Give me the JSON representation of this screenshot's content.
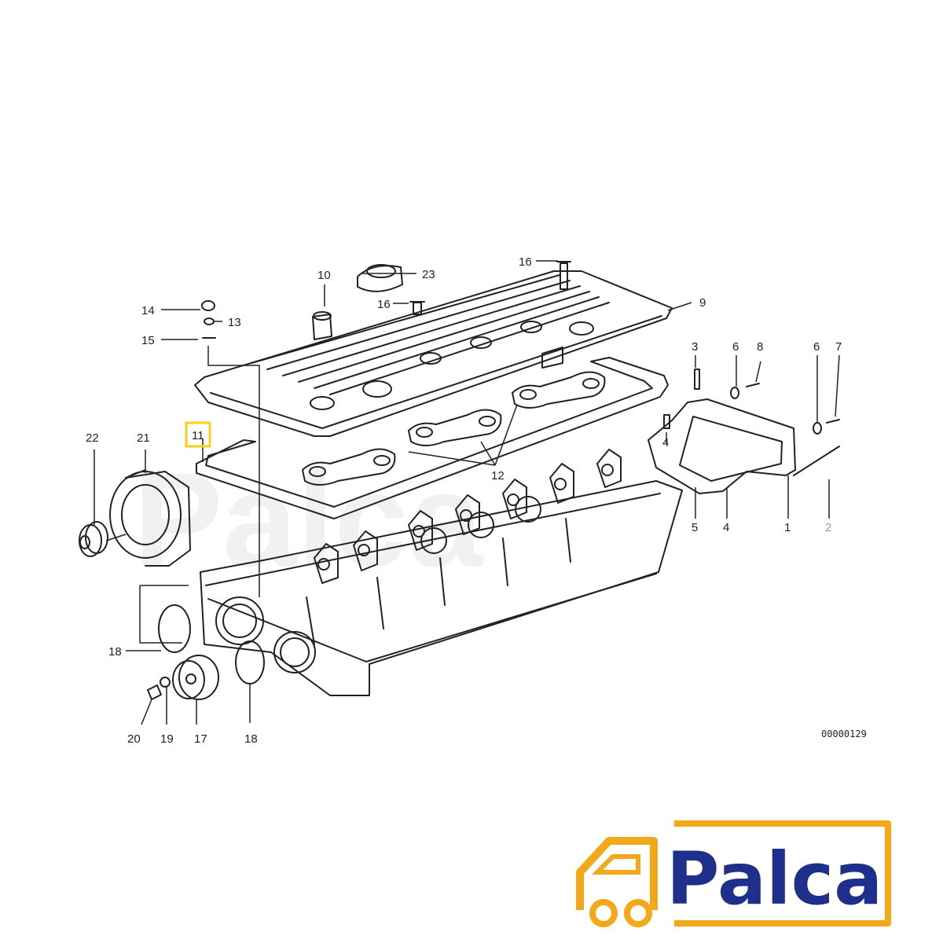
{
  "diagram": {
    "callouts": {
      "c1": "1",
      "c2": "2",
      "c3": "3",
      "c4a": "4",
      "c4b": "4",
      "c5": "5",
      "c6a": "6",
      "c6b": "6",
      "c7": "7",
      "c8": "8",
      "c9": "9",
      "c10": "10",
      "c11": "11",
      "c12": "12",
      "c13": "13",
      "c14": "14",
      "c15": "15",
      "c16a": "16",
      "c16b": "16",
      "c17": "17",
      "c18a": "18",
      "c18b": "18",
      "c19": "19",
      "c20": "20",
      "c21": "21",
      "c22": "22",
      "c23": "23"
    },
    "highlighted_callout": "11",
    "part_number": "00000129"
  },
  "brand": {
    "name": "Palca",
    "watermark": "Palca",
    "colors": {
      "primary": "#1f2f8c",
      "accent": "#f2a818",
      "highlight": "#f5d11a"
    }
  }
}
